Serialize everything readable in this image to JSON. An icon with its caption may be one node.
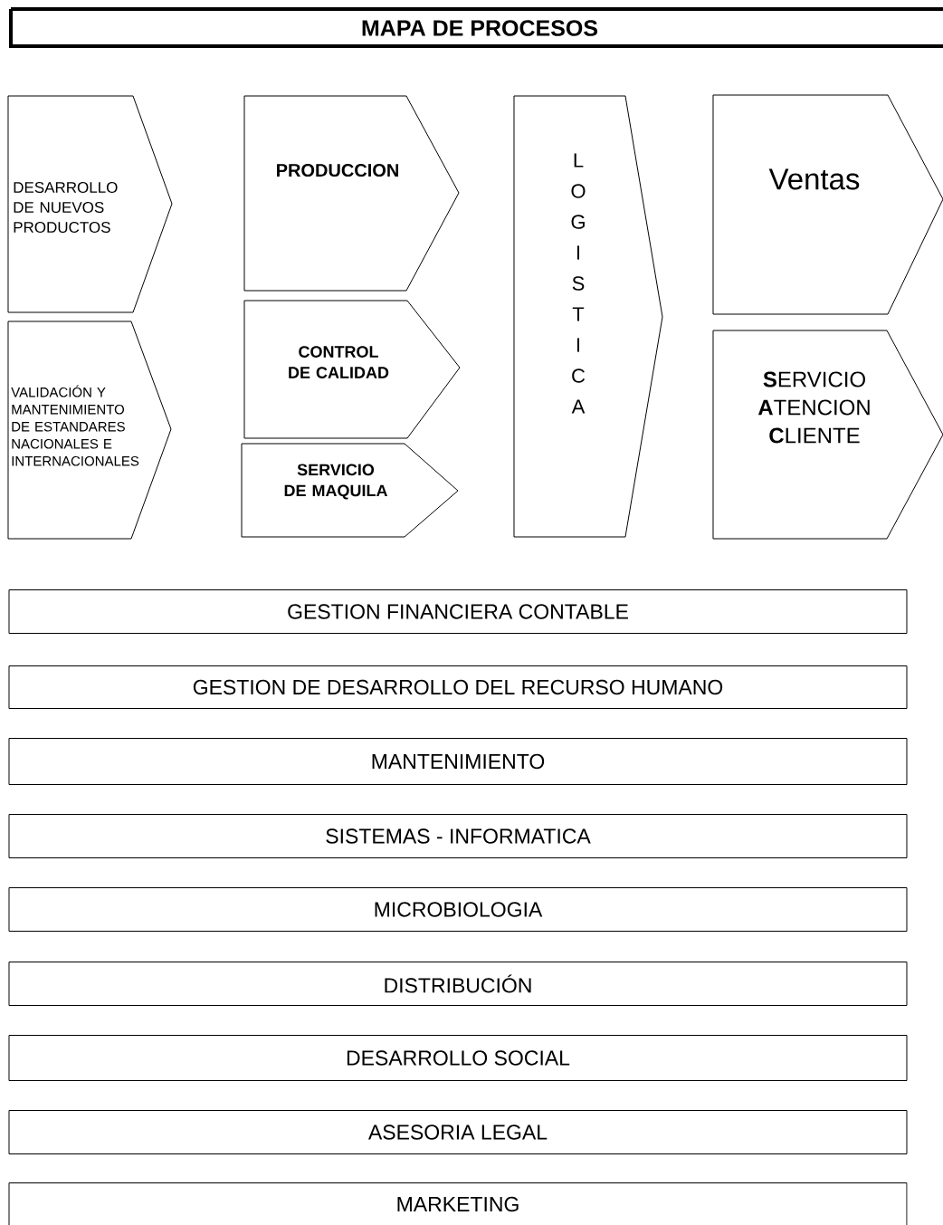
{
  "diagram": {
    "title": "MAPA DE PROCESOS",
    "nodes": [
      {
        "text": [
          "DESARROLLO DE NUEVOS PRODUCTOS"
        ]
      },
      {
        "text": [
          "VALIDACIÓN Y MANTENIMIENTO DE ESTANDARES NACIONALES E INTERNACIONALES"
        ]
      },
      {
        "text": [
          "PRODUCCION"
        ]
      },
      {
        "text": [
          "CONTROL DE CALIDAD"
        ]
      },
      {
        "text": [
          "SERVICIO DE MAQUILA"
        ]
      },
      {
        "text": [
          "L O G I S T I C A"
        ]
      },
      {
        "text": [
          "Ventas"
        ]
      },
      {
        "text": [
          "**S**ERVICIO **A**TENCION **C**LIENTE"
        ]
      },
      {
        "text": [
          "GESTION FINANCIERA CONTABLE"
        ]
      },
      {
        "text": [
          "GESTION DE DESARROLLO DEL RECURSO HUMANO"
        ]
      },
      {
        "text": [
          "MANTENIMIENTO"
        ]
      },
      {
        "text": [
          "SISTEMAS - INFORMATICA"
        ]
      },
      {
        "text": [
          "MICROBIOLOGIA"
        ]
      },
      {
        "text": [
          "DISTRIBUCIÓN"
        ]
      },
      {
        "text": [
          "DESARROLLO SOCIAL"
        ]
      },
      {
        "text": [
          "ASESORIA LEGAL"
        ]
      },
      {
        "text": [
          "MARKETING"
        ]
      }
    ],
    "edges": []
  }
}
